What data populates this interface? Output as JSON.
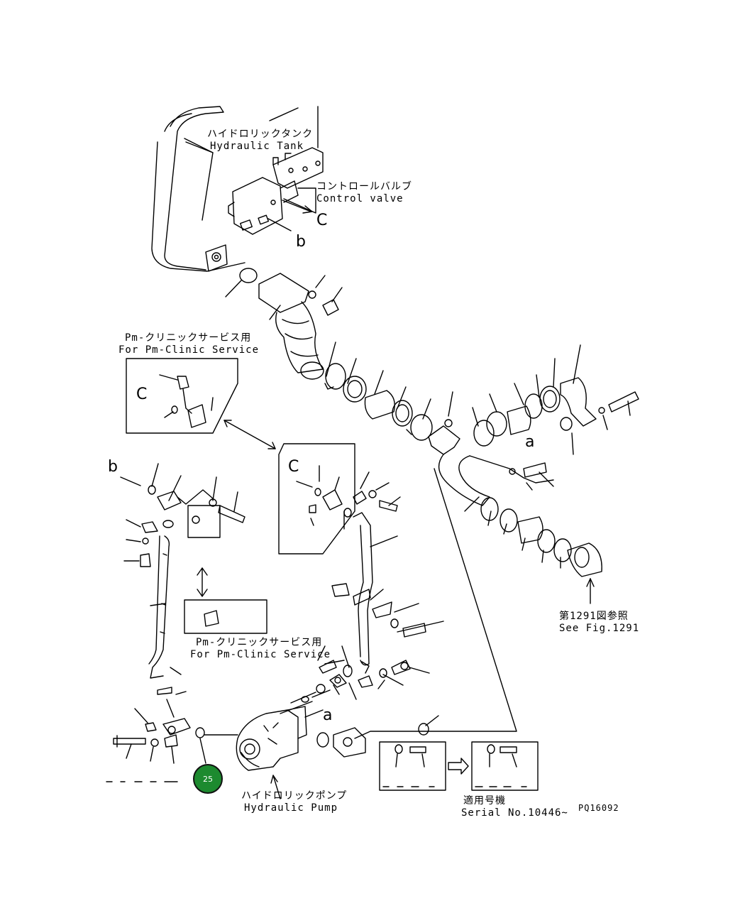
{
  "labels": {
    "hydraulic_tank_jp": "ハイドロリックタンク",
    "hydraulic_tank_en": "Hydraulic Tank",
    "control_valve_jp": "コントロールバルブ",
    "control_valve_en": "Control valve",
    "pm_clinic_jp": "Pm-クリニックサービス用",
    "pm_clinic_en": "For Pm-Clinic Service",
    "pm_clinic2_jp": "Pm-クリニックサービス用",
    "pm_clinic2_en": "For Pm-Clinic Service",
    "see_fig_jp": "第1291図参照",
    "see_fig_en": "See Fig.1291",
    "hydraulic_pump_jp": "ハイドロリックポンプ",
    "hydraulic_pump_en": "Hydraulic Pump",
    "serial_jp": "適用号機",
    "serial_en": "Serial No.10446~",
    "drawing_code": "PQ16092"
  },
  "markers": {
    "c_upper": "C",
    "b_upper": "b",
    "c_pm_box": "C",
    "c_mid_box": "C",
    "b_left": "b",
    "a_right": "a",
    "a_pump": "a"
  },
  "callout": {
    "number": "25",
    "color": "#1d8a2f"
  }
}
